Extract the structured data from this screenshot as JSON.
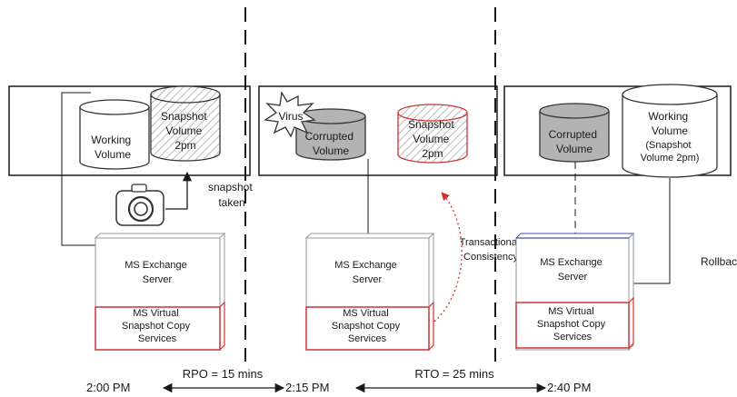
{
  "panel1": {
    "working_volume": [
      "Working",
      "Volume"
    ],
    "snapshot_volume": [
      "Snapshot",
      "Volume",
      "2pm"
    ],
    "snapshot_taken": [
      "snapshot",
      "taken"
    ],
    "server": [
      "MS Exchange",
      "Server"
    ],
    "vss": [
      "MS Virtual",
      "Snapshot Copy",
      "Services"
    ]
  },
  "panel2": {
    "virus": "Virus",
    "corrupted_volume": [
      "Corrupted",
      "Volume"
    ],
    "snapshot_volume": [
      "Snapshot",
      "Volume",
      "2pm"
    ],
    "transactional": [
      "Transactional",
      "Consistency"
    ],
    "server": [
      "MS Exchange",
      "Server"
    ],
    "vss": [
      "MS Virtual",
      "Snapshot Copy",
      "Services"
    ]
  },
  "panel3": {
    "corrupted_volume": [
      "Corrupted",
      "Volume"
    ],
    "working_volume": [
      "Working",
      "Volume",
      "(Snapshot",
      "Volume 2pm)"
    ],
    "rollback": "Rollback",
    "server": [
      "MS Exchange",
      "Server"
    ],
    "vss": [
      "MS Virtual",
      "Snapshot Copy",
      "Services"
    ]
  },
  "timeline": {
    "t1": "2:00 PM",
    "t2": "2:15 PM",
    "t3": "2:40 PM",
    "rpo": "RPO = 15 mins",
    "rto": "RTO = 25 mins"
  },
  "colors": {
    "outline": "#333333",
    "accent_red": "#cc3333",
    "volume_gray": "#b3b3b3",
    "hatch": "#9a9a9a",
    "blue_edge": "#3f4fa8"
  }
}
